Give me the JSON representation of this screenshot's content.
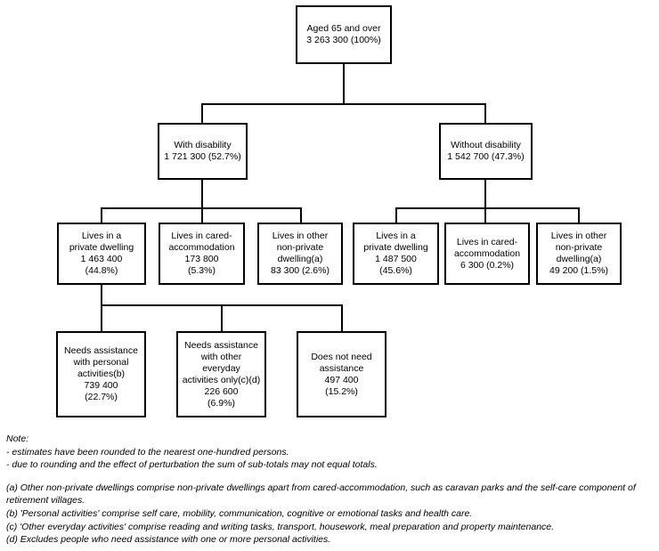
{
  "chart_data": {
    "type": "diagram",
    "title": "Aged 65 and over — disability status and living arrangements",
    "root": {
      "label": "Aged 65 and over",
      "value": "3 263 300 (100%)"
    },
    "level2": [
      {
        "label": "With disability",
        "value": "1 721 300 (52.7%)"
      },
      {
        "label": "Without disability",
        "value": "1 542 700 (47.3%)"
      }
    ],
    "level3": [
      {
        "l1": "Lives in a",
        "l2": "private dwelling",
        "l3": "1 463 400",
        "l4": "(44.8%)"
      },
      {
        "l1": "Lives in cared-",
        "l2": "accommodation",
        "l3": "173 800",
        "l4": "(5.3%)"
      },
      {
        "l1": "Lives in other",
        "l2": "non-private",
        "l3": "dwelling(a)",
        "l4": "83 300 (2.6%)"
      },
      {
        "l1": "Lives in a",
        "l2": "private dwelling",
        "l3": "1 487 500",
        "l4": "(45.6%)"
      },
      {
        "l1": "Lives in cared-",
        "l2": "accommodation",
        "l3": "6 300 (0.2%)",
        "l4": ""
      },
      {
        "l1": "Lives in other",
        "l2": "non-private",
        "l3": "dwelling(a)",
        "l4": "49 200 (1.5%)"
      }
    ],
    "level4": [
      {
        "l1": "Needs assistance",
        "l2": "with personal",
        "l3": "activities(b)",
        "l4": "739 400",
        "l5": "(22.7%)"
      },
      {
        "l1": "Needs assistance",
        "l2": "with other",
        "l3": "everyday",
        "l4": "activities only(c)(d)",
        "l5": "226 600",
        "l6": "(6.9%)"
      },
      {
        "l1": "Does not need",
        "l2": "assistance",
        "l3": "497 400",
        "l4": "(15.2%)"
      }
    ]
  },
  "notes": {
    "heading": "Note:",
    "note1": "- estimates have been rounded to the nearest one-hundred persons.",
    "note2": "- due to rounding and the effect of perturbation the sum of sub-totals may not equal totals.",
    "foot_a": "(a) Other non-private dwellings comprise non-private dwellings apart from cared-accommodation, such as caravan parks and the self-care component of retirement villages.",
    "foot_b": "(b) 'Personal activities' comprise self care, mobility, communication, cognitive or emotional tasks and health care.",
    "foot_c": "(c) 'Other everyday activities' comprise reading and writing tasks, transport, housework, meal preparation and property maintenance.",
    "foot_d": "(d) Excludes people who need assistance with one or more personal activities."
  }
}
